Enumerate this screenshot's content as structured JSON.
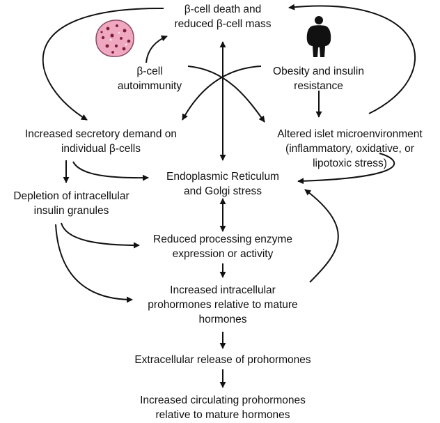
{
  "diagram": {
    "nodes": {
      "beta_death": [
        "β-cell death and",
        "reduced β-cell mass"
      ],
      "autoimmunity": [
        "β-cell",
        "autoimmunity"
      ],
      "obesity": [
        "Obesity and insulin",
        "resistance"
      ],
      "secretory_demand": [
        "Increased secretory demand on",
        "individual β-cells"
      ],
      "islet_micro": [
        "Altered islet microenvironment",
        "(inflammatory, oxidative, or",
        "lipotoxic stress)"
      ],
      "er_stress": [
        "Endoplasmic Reticulum",
        "and Golgi stress"
      ],
      "depletion": [
        "Depletion of intracellular",
        "insulin granules"
      ],
      "enzyme": [
        "Reduced processing enzyme",
        "expression or activity"
      ],
      "prohormones": [
        "Increased intracellular",
        "prohormones relative to mature",
        "hormones"
      ],
      "release": [
        "Extracellular release of prohormones"
      ],
      "circulating": [
        "Increased circulating prohormones",
        "relative to mature hormones"
      ]
    },
    "icons": [
      "islet-icon",
      "obese-person-icon"
    ],
    "colors": {
      "stroke": "#111111",
      "islet_fill": "#f0a8c0",
      "islet_cells": "#7a1f3a",
      "person": "#111111"
    }
  }
}
